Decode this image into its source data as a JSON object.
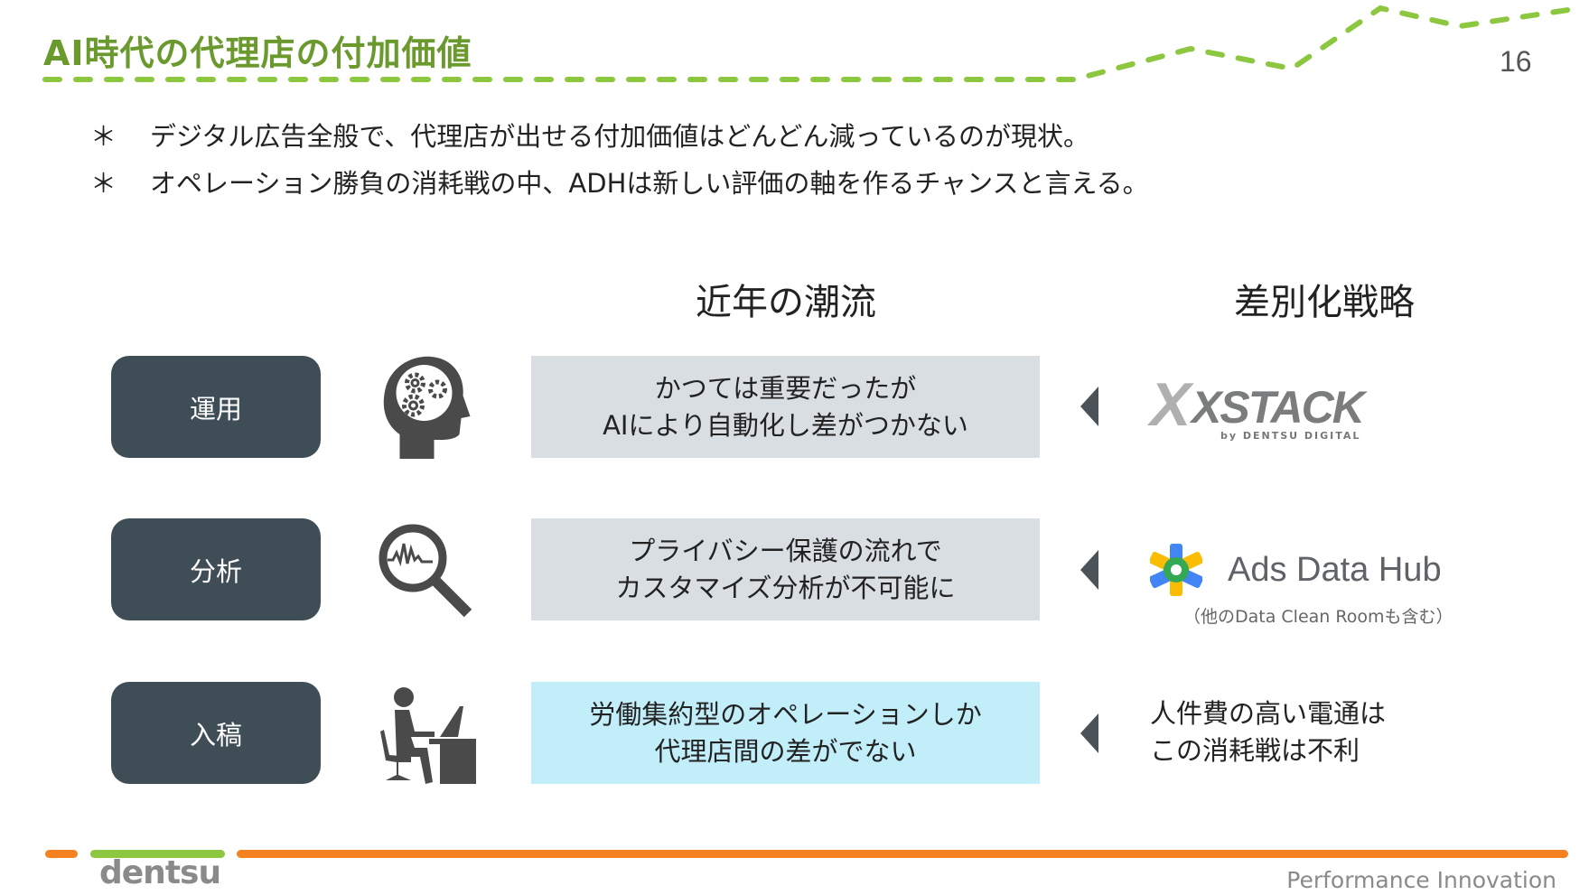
{
  "header": {
    "title": "AI時代の代理店の付加価値",
    "page_number": "16"
  },
  "bullets": [
    {
      "marker": "＊",
      "text": "デジタル広告全般で、代理店が出せる付加価値はどんどん減っているのが現状。"
    },
    {
      "marker": "＊",
      "text": "オペレーション勝負の消耗戦の中、ADHは新しい評価の軸を作るチャンスと言える。"
    }
  ],
  "columns": {
    "trend": "近年の潮流",
    "strategy": "差別化戦略"
  },
  "rows": [
    {
      "label": "運用",
      "icon": "head-gears-icon",
      "trend_line1": "かつては重要だったが",
      "trend_line2": "AIにより自動化し差がつかない"
    },
    {
      "label": "分析",
      "icon": "magnifier-chart-icon",
      "trend_line1": "プライバシー保護の流れで",
      "trend_line2": "カスタマイズ分析が不可能に"
    },
    {
      "label": "入稿",
      "icon": "person-at-desk-icon",
      "trend_line1": "労働集約型のオペレーションしか",
      "trend_line2": "代理店間の差がでない"
    }
  ],
  "strategies": {
    "xstack_logo": "XSTACK",
    "xstack_sub": "by DENTSU DIGITAL",
    "adh_logo": "Ads Data Hub",
    "adh_note": "（他のData Clean Roomも含む）",
    "text_line1": "人件費の高い電通は",
    "text_line2": "この消耗戦は不利"
  },
  "footer": {
    "logo": "dentsu",
    "tagline": "Performance Innovation"
  },
  "colors": {
    "title_green": "#6a992e",
    "dash_green": "#8dc63f",
    "orange": "#f58220",
    "label_bg": "#3f4d57",
    "trend_bg": "#d9dee2",
    "highlight_bg": "#c2eefa"
  }
}
